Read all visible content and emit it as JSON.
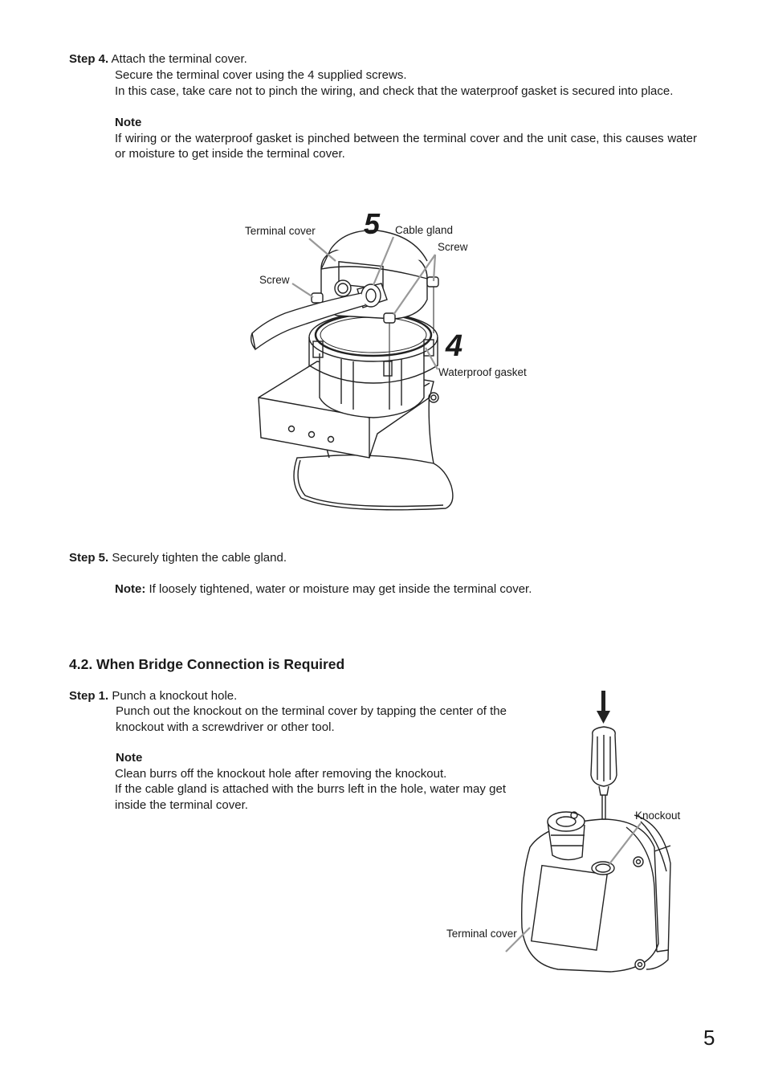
{
  "step4": {
    "label": "Step 4.",
    "title": "Attach the terminal cover.",
    "line1": "Secure the terminal cover using the 4 supplied screws.",
    "line2": "In this case, take care not to pinch the wiring, and check that the waterproof gasket is secured into place.",
    "note_heading": "Note",
    "note_text": "If wiring or the waterproof gasket is pinched between the terminal cover and the unit case, this causes water or moisture to get inside the terminal cover."
  },
  "figure1": {
    "labels": {
      "terminal_cover": "Terminal cover",
      "cable_gland": "Cable gland",
      "screw_right": "Screw",
      "screw_left": "Screw",
      "waterproof_gasket": "Waterproof gasket",
      "callout_5": "5",
      "callout_4": "4"
    }
  },
  "step5": {
    "label": "Step 5.",
    "title": "Securely tighten the cable gland.",
    "note_label": "Note:",
    "note_text": " If loosely tightened, water or moisture may get inside the terminal cover."
  },
  "section": {
    "heading": "4.2. When Bridge Connection is Required"
  },
  "step1": {
    "label": "Step 1.",
    "title": "Punch a knockout hole.",
    "text": "Punch out the knockout on the terminal cover by tapping the center of the knockout with a screwdriver or other tool.",
    "note_heading": "Note",
    "note_line1": "Clean burrs off the knockout hole after removing the knockout.",
    "note_line2": "If the cable gland is attached with the burrs left in the hole, water may get inside the terminal cover."
  },
  "figure2": {
    "labels": {
      "knockout": "Knockout",
      "terminal_cover": "Terminal cover"
    }
  },
  "page_number": "5"
}
